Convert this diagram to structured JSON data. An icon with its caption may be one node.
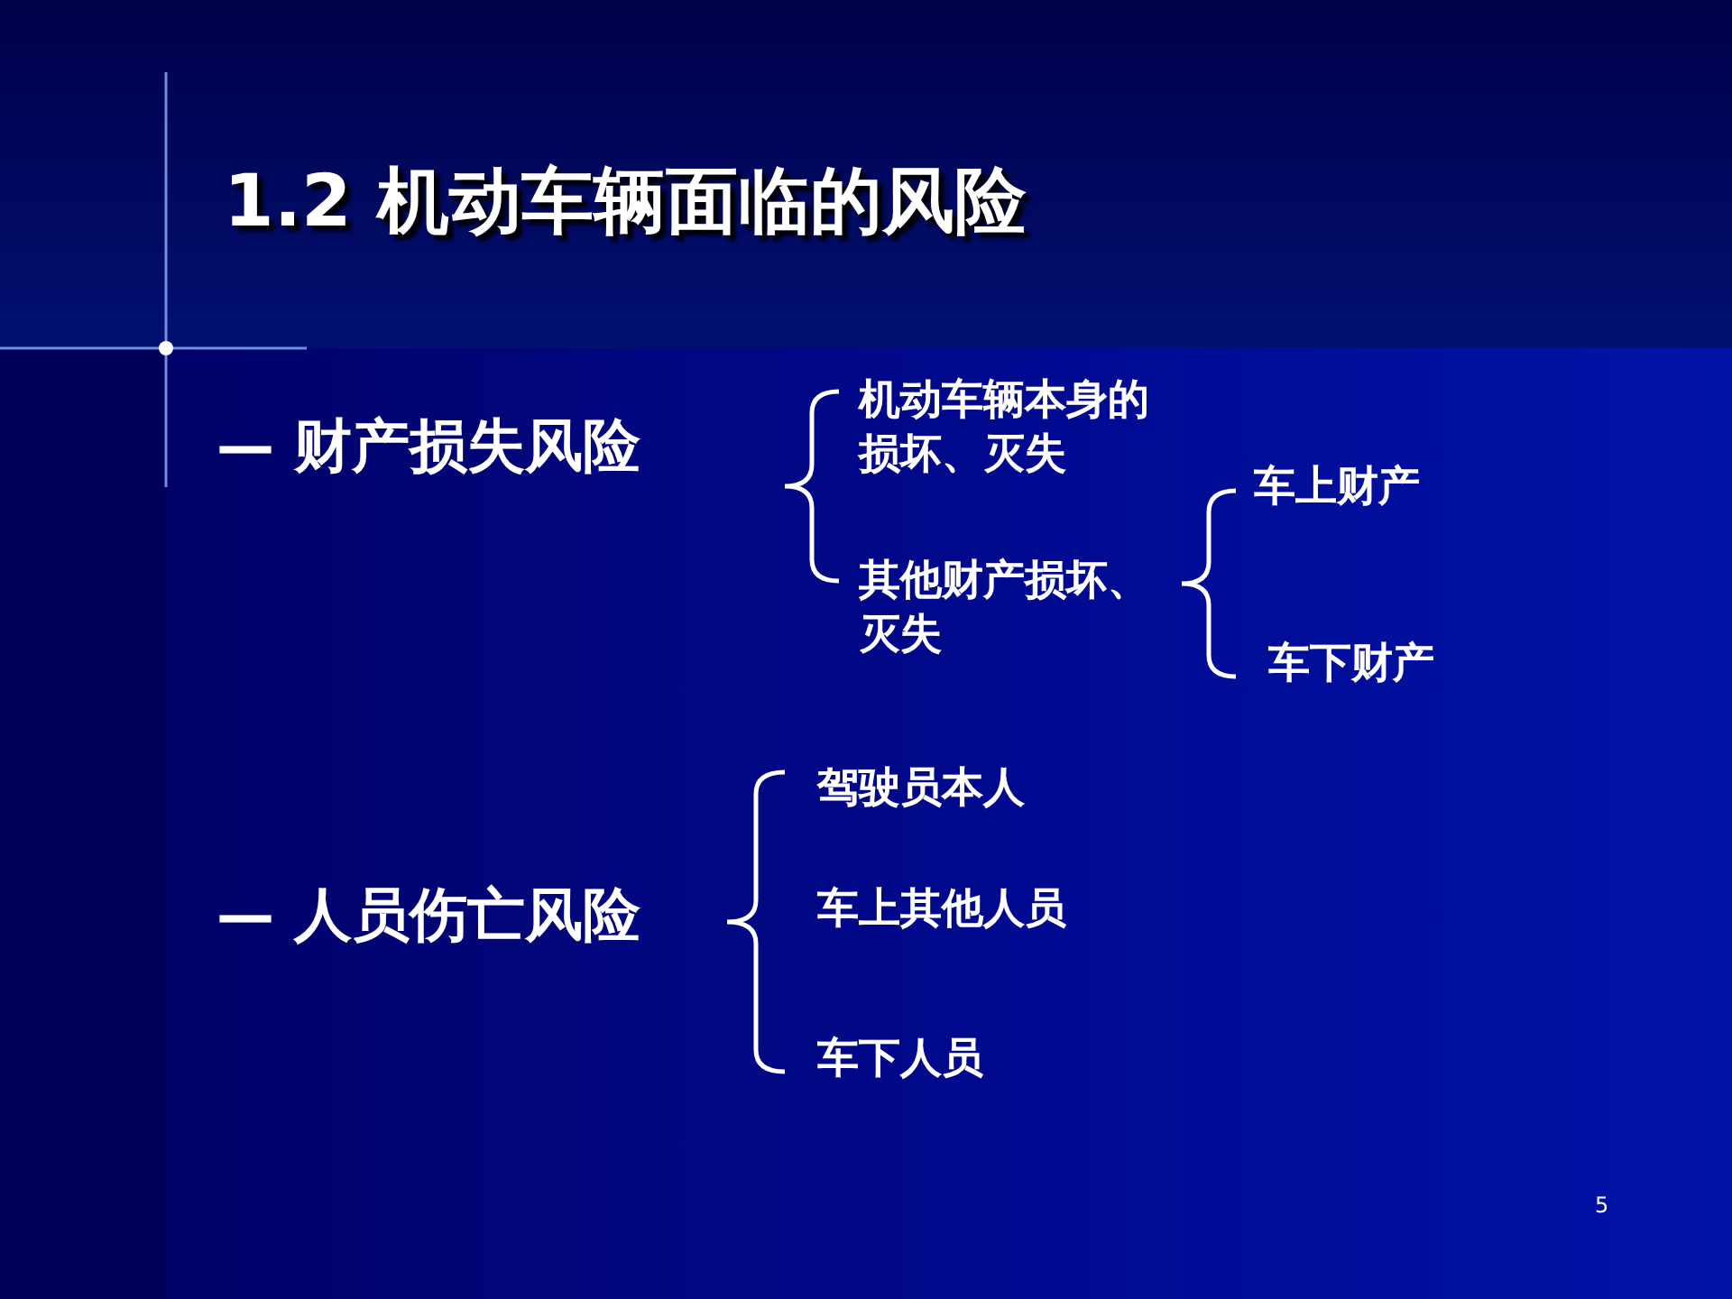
{
  "diagram": {
    "title": "1.2 机动车辆面临的风险",
    "labels": [
      "— 财产损失风险",
      "机动车辆本身的损坏、灭失",
      "车上财产",
      "其他财产损坏、灭失",
      "车下财产",
      "驾驶员本人",
      "— 人员伤亡风险",
      "车上其他人员",
      "车下人员",
      "5"
    ]
  }
}
